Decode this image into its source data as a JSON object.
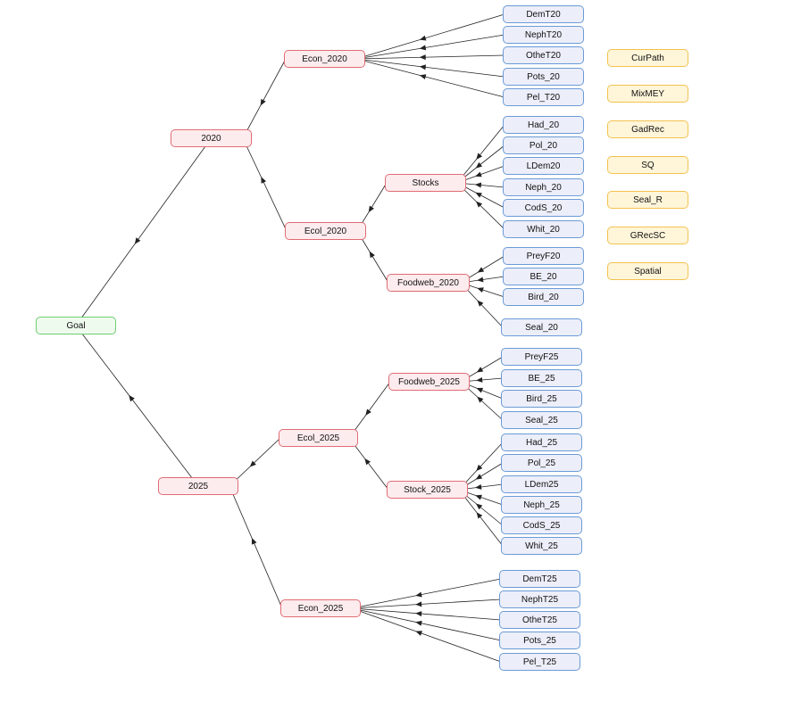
{
  "diagram": {
    "nodes": [
      {
        "id": "goal",
        "label": "Goal",
        "style": "goal"
      },
      {
        "id": "y2020",
        "label": "2020",
        "style": "red"
      },
      {
        "id": "y2025",
        "label": "2025",
        "style": "red"
      },
      {
        "id": "econ2020",
        "label": "Econ_2020",
        "style": "red"
      },
      {
        "id": "ecol2020",
        "label": "Ecol_2020",
        "style": "red"
      },
      {
        "id": "stocks",
        "label": "Stocks",
        "style": "red"
      },
      {
        "id": "foodweb2020",
        "label": "Foodweb_2020",
        "style": "red"
      },
      {
        "id": "ecol2025",
        "label": "Ecol_2025",
        "style": "red"
      },
      {
        "id": "foodweb2025",
        "label": "Foodweb_2025",
        "style": "red"
      },
      {
        "id": "stock2025",
        "label": "Stock_2025",
        "style": "red"
      },
      {
        "id": "econ2025",
        "label": "Econ_2025",
        "style": "red"
      },
      {
        "id": "demt20",
        "label": "DemT20",
        "style": "blue"
      },
      {
        "id": "npht20",
        "label": "NephT20",
        "style": "blue"
      },
      {
        "id": "otht20",
        "label": "OtheT20",
        "style": "blue"
      },
      {
        "id": "pots20",
        "label": "Pots_20",
        "style": "blue"
      },
      {
        "id": "pelt20",
        "label": "Pel_T20",
        "style": "blue"
      },
      {
        "id": "had20",
        "label": "Had_20",
        "style": "blue"
      },
      {
        "id": "pol20",
        "label": "Pol_20",
        "style": "blue"
      },
      {
        "id": "ldem20",
        "label": "LDem20",
        "style": "blue"
      },
      {
        "id": "neph20",
        "label": "Neph_20",
        "style": "blue"
      },
      {
        "id": "cods20",
        "label": "CodS_20",
        "style": "blue"
      },
      {
        "id": "whit20",
        "label": "Whit_20",
        "style": "blue"
      },
      {
        "id": "preyf20",
        "label": "PreyF20",
        "style": "blue"
      },
      {
        "id": "be20",
        "label": "BE_20",
        "style": "blue"
      },
      {
        "id": "bird20",
        "label": "Bird_20",
        "style": "blue"
      },
      {
        "id": "seal20",
        "label": "Seal_20",
        "style": "blue"
      },
      {
        "id": "preyf25",
        "label": "PreyF25",
        "style": "blue"
      },
      {
        "id": "be25",
        "label": "BE_25",
        "style": "blue"
      },
      {
        "id": "bird25",
        "label": "Bird_25",
        "style": "blue"
      },
      {
        "id": "seal25",
        "label": "Seal_25",
        "style": "blue"
      },
      {
        "id": "had25",
        "label": "Had_25",
        "style": "blue"
      },
      {
        "id": "pol25",
        "label": "Pol_25",
        "style": "blue"
      },
      {
        "id": "ldem25",
        "label": "LDem25",
        "style": "blue"
      },
      {
        "id": "neph25",
        "label": "Neph_25",
        "style": "blue"
      },
      {
        "id": "cods25",
        "label": "CodS_25",
        "style": "blue"
      },
      {
        "id": "whit25",
        "label": "Whit_25",
        "style": "blue"
      },
      {
        "id": "demt25",
        "label": "DemT25",
        "style": "blue"
      },
      {
        "id": "npht25",
        "label": "NephT25",
        "style": "blue"
      },
      {
        "id": "otht25",
        "label": "OtheT25",
        "style": "blue"
      },
      {
        "id": "pots25",
        "label": "Pots_25",
        "style": "blue"
      },
      {
        "id": "pelt25",
        "label": "Pel_T25",
        "style": "blue"
      },
      {
        "id": "curpath",
        "label": "CurPath",
        "style": "yellow"
      },
      {
        "id": "mixmey",
        "label": "MixMEY",
        "style": "yellow"
      },
      {
        "id": "gadrec",
        "label": "GadRec",
        "style": "yellow"
      },
      {
        "id": "sq",
        "label": "SQ",
        "style": "yellow"
      },
      {
        "id": "sealr",
        "label": "Seal_R",
        "style": "yellow"
      },
      {
        "id": "grecsc",
        "label": "GRecSC",
        "style": "yellow"
      },
      {
        "id": "spatial",
        "label": "Spatial",
        "style": "yellow"
      }
    ],
    "edges": [
      [
        "y2020",
        "goal"
      ],
      [
        "y2025",
        "goal"
      ],
      [
        "econ2020",
        "y2020"
      ],
      [
        "ecol2020",
        "y2020"
      ],
      [
        "stocks",
        "ecol2020"
      ],
      [
        "foodweb2020",
        "ecol2020"
      ],
      [
        "ecol2025",
        "y2025"
      ],
      [
        "econ2025",
        "y2025"
      ],
      [
        "foodweb2025",
        "ecol2025"
      ],
      [
        "stock2025",
        "ecol2025"
      ],
      [
        "demt20",
        "econ2020"
      ],
      [
        "npht20",
        "econ2020"
      ],
      [
        "otht20",
        "econ2020"
      ],
      [
        "pots20",
        "econ2020"
      ],
      [
        "pelt20",
        "econ2020"
      ],
      [
        "had20",
        "stocks"
      ],
      [
        "pol20",
        "stocks"
      ],
      [
        "ldem20",
        "stocks"
      ],
      [
        "neph20",
        "stocks"
      ],
      [
        "cods20",
        "stocks"
      ],
      [
        "whit20",
        "stocks"
      ],
      [
        "preyf20",
        "foodweb2020"
      ],
      [
        "be20",
        "foodweb2020"
      ],
      [
        "bird20",
        "foodweb2020"
      ],
      [
        "seal20",
        "foodweb2020"
      ],
      [
        "preyf25",
        "foodweb2025"
      ],
      [
        "be25",
        "foodweb2025"
      ],
      [
        "bird25",
        "foodweb2025"
      ],
      [
        "seal25",
        "foodweb2025"
      ],
      [
        "had25",
        "stock2025"
      ],
      [
        "pol25",
        "stock2025"
      ],
      [
        "ldem25",
        "stock2025"
      ],
      [
        "neph25",
        "stock2025"
      ],
      [
        "cods25",
        "stock2025"
      ],
      [
        "whit25",
        "stock2025"
      ],
      [
        "demt25",
        "econ2025"
      ],
      [
        "npht25",
        "econ2025"
      ],
      [
        "otht25",
        "econ2025"
      ],
      [
        "pots25",
        "econ2025"
      ],
      [
        "pelt25",
        "econ2025"
      ]
    ],
    "colors": {
      "goal_fill": "#effaef",
      "goal_border": "#6fcf6f",
      "criterion_fill": "#fdecee",
      "criterion_border": "#e06c74",
      "indicator_fill": "#eceef9",
      "indicator_border": "#6b9bd6",
      "alternative_fill": "#fff5d9",
      "alternative_border": "#f3c24f",
      "edge": "#222222"
    }
  }
}
